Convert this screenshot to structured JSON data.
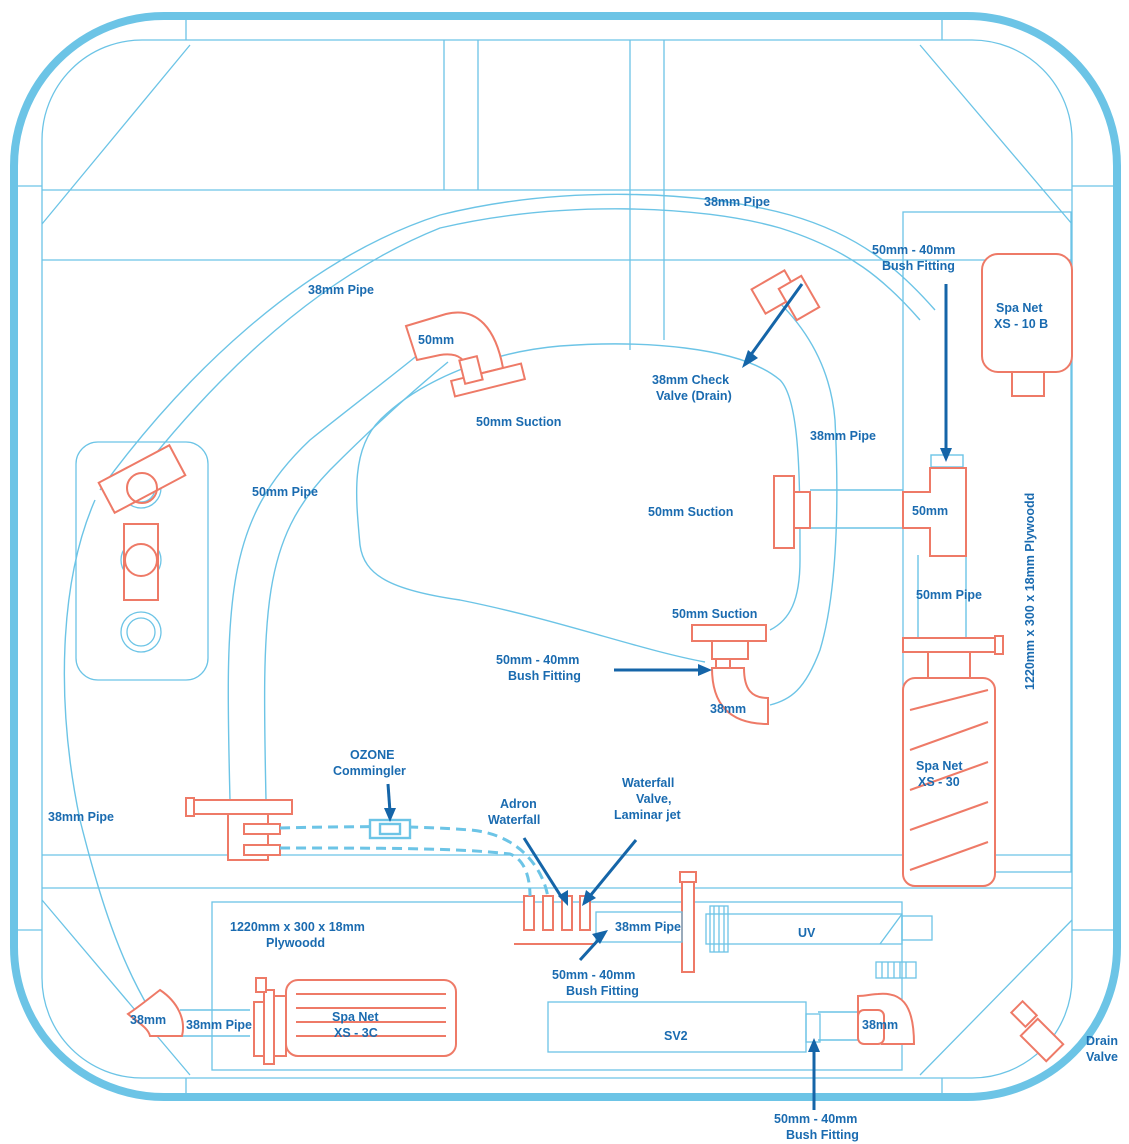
{
  "colors": {
    "frame": "#6cc4e6",
    "component": "#ee7a67",
    "label": "#1a6bb0",
    "arrow": "#1565a8"
  },
  "labels": {
    "pipe_38_top": "38mm Pipe",
    "pipe_38_left_upper": "38mm Pipe",
    "check_valve": [
      "38mm Check",
      "Valve (Drain)"
    ],
    "bush_top_right": [
      "50mm - 40mm",
      "Bush Fitting"
    ],
    "spanet_xs10b": [
      "Spa Net",
      "XS - 10 B"
    ],
    "fitting_50mm_top": "50mm",
    "suction_top": "50mm Suction",
    "pipe_38_right": "38mm Pipe",
    "pipe_50_left": "50mm Pipe",
    "suction_mid": "50mm Suction",
    "fitting_50mm_right": "50mm",
    "plywood_vertical": "1220mm x 300 x 18mm Plywoodd",
    "pipe_50_right": "50mm Pipe",
    "suction_bottom": "50mm Suction",
    "bush_mid": [
      "50mm - 40mm",
      "Bush Fitting"
    ],
    "elbow_38_mid": "38mm",
    "spanet_xs30": [
      "Spa Net",
      "XS - 30"
    ],
    "ozone": [
      "OZONE",
      "Commingler"
    ],
    "waterfall_valve": [
      "Waterfall",
      "Valve,",
      "Laminar jet"
    ],
    "adron": [
      "Adron",
      "Waterfall"
    ],
    "pipe_38_left_lower": "38mm Pipe",
    "plywood_horizontal": [
      "1220mm x 300 x 18mm",
      "Plywoodd"
    ],
    "pipe_38_uv": "38mm Pipe",
    "uv": "UV",
    "bush_lower_mid": [
      "50mm - 40mm",
      "Bush Fitting"
    ],
    "elbow_38_left": "38mm",
    "pipe_38_pump": "38mm Pipe",
    "spanet_xs3c": [
      "Spa Net",
      "XS - 3C"
    ],
    "sv2": "SV2",
    "elbow_38_right": "38mm",
    "drain_valve": [
      "Drain",
      "Valve"
    ],
    "bush_bottom": [
      "50mm - 40mm",
      "Bush Fitting"
    ]
  }
}
